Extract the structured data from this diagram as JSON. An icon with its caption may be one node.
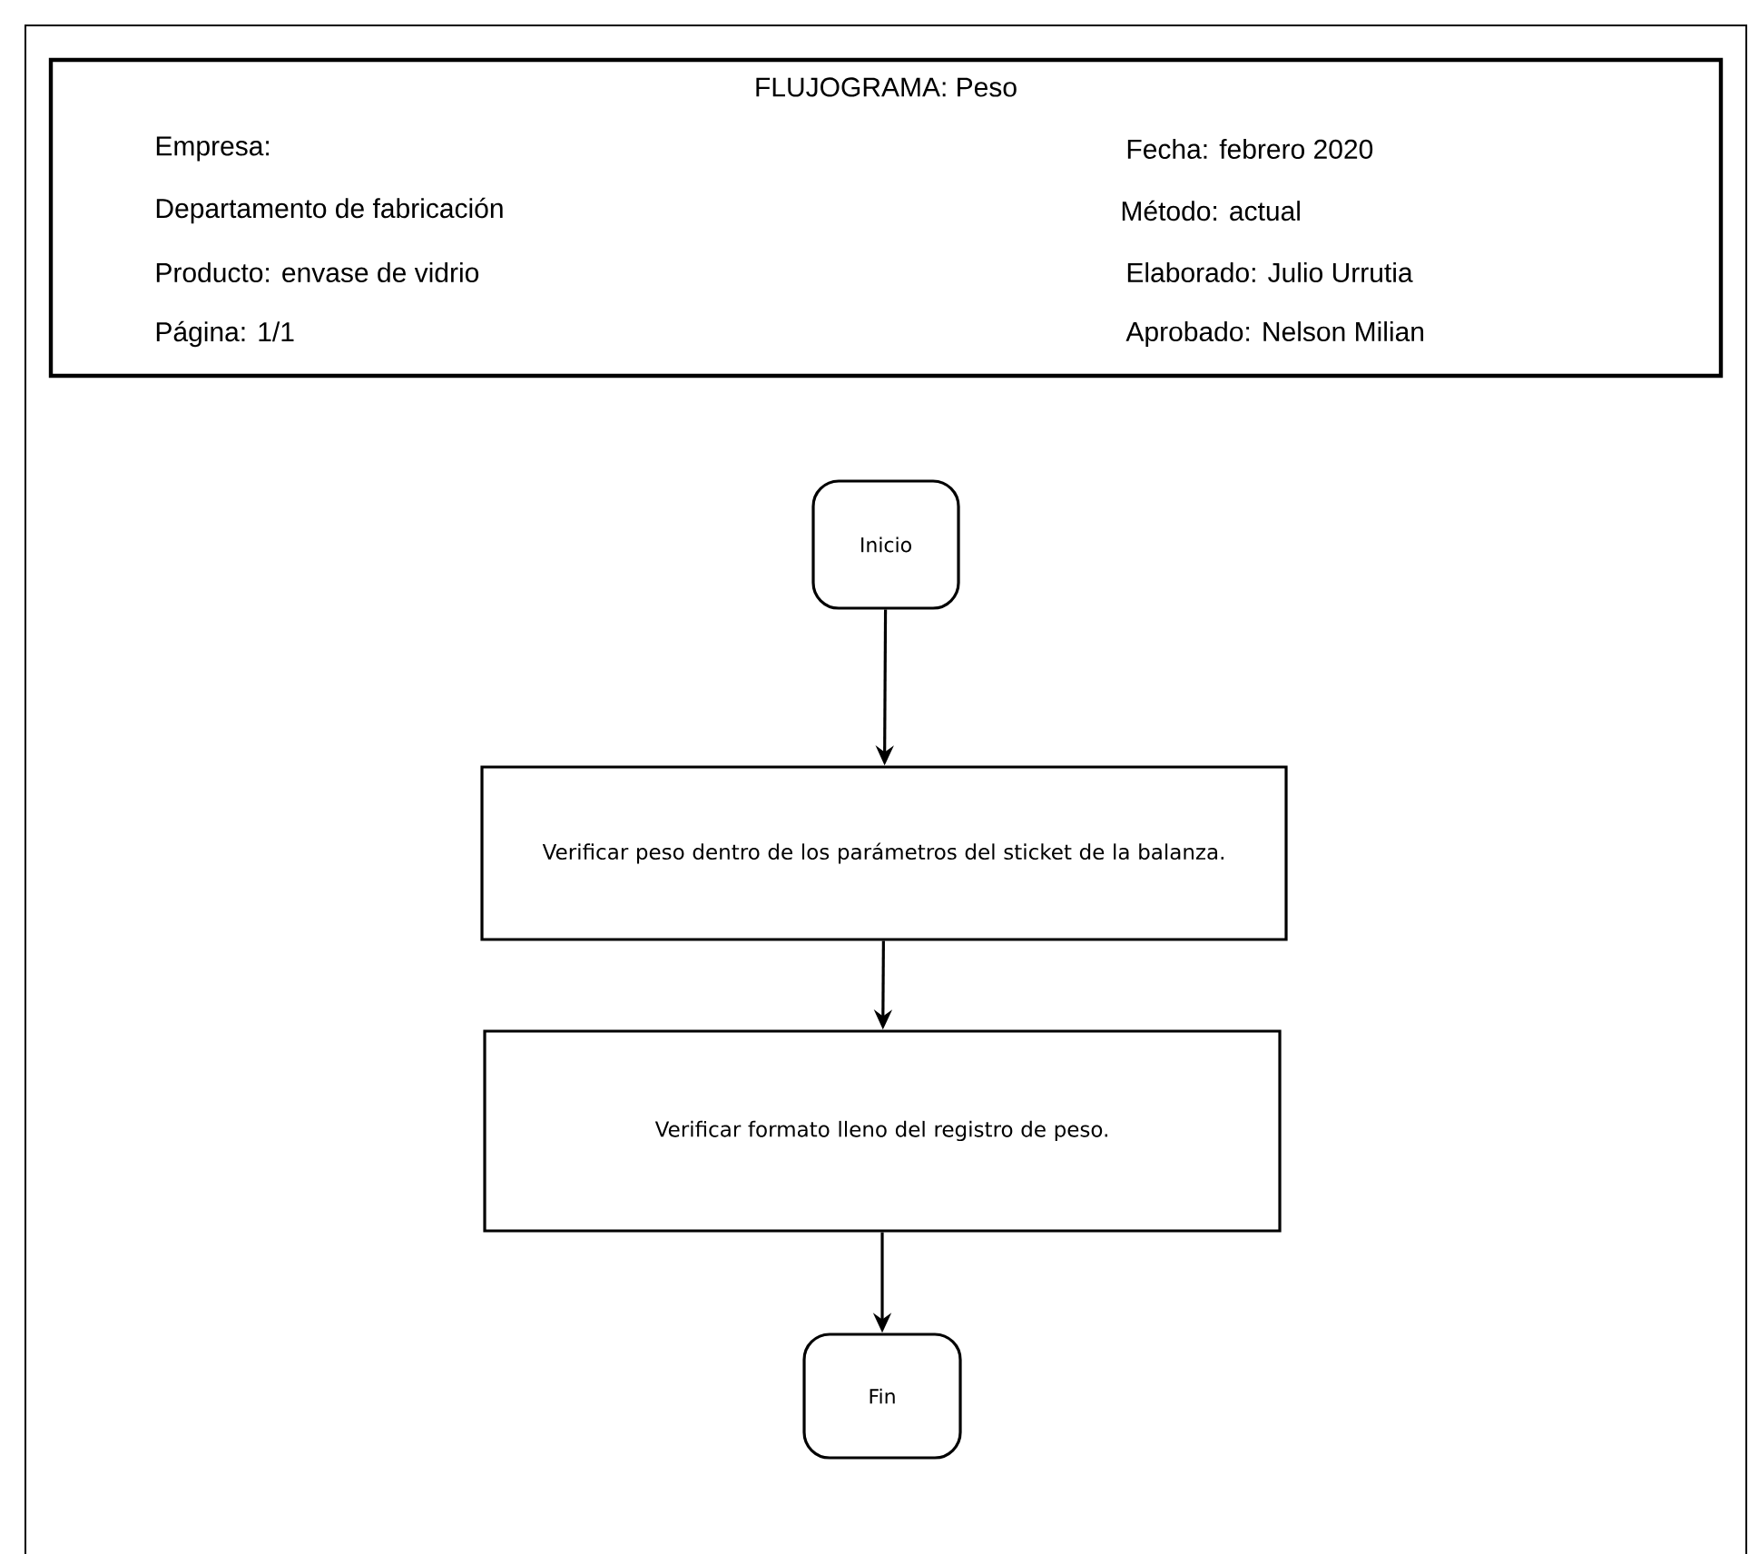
{
  "diagram": {
    "nodes": [
      {
        "text": [
          "FLUJOGRAMA: Peso",
          "Empresa:",
          "Fecha: febrero 2020",
          "Departamento de fabricación",
          "Método: actual",
          "Producto: envase de vidrio",
          "Elaborado: Julio Urrutia",
          "Página: 1/1",
          "Aprobado: Nelson Milian"
        ]
      },
      {
        "text": [
          "Inicio"
        ]
      },
      {
        "text": [
          "Verificar peso dentro de los parámetros del sticket de la balanza."
        ]
      },
      {
        "text": [
          "Verificar formato lleno del registro de peso."
        ]
      },
      {
        "text": [
          "Fin"
        ]
      }
    ],
    "edges": [
      {
        "from": 1,
        "to": 2,
        "arrow": "to"
      },
      {
        "from": 2,
        "to": 3,
        "arrow": "to"
      },
      {
        "from": 3,
        "to": 4,
        "arrow": "to"
      }
    ]
  }
}
